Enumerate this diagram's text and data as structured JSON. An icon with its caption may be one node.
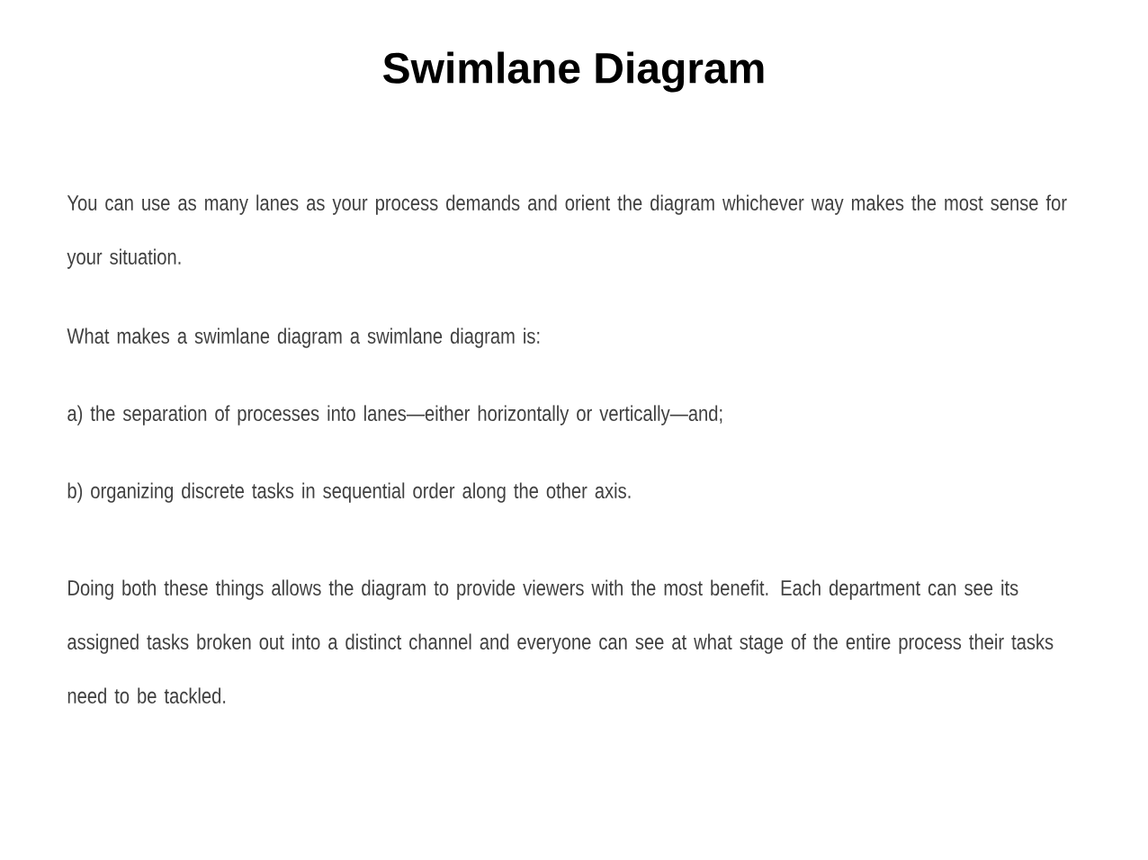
{
  "diagram": {
    "title": "Swimlane Diagram",
    "labels": [
      "You can use as many lanes as your process demands and orient the diagram whichever way makes the most sense for your situation.",
      "What makes a swimlane diagram a swimlane diagram is:",
      "a) the separation of processes into lanes—either horizontally or vertically—and;",
      "b) organizing discrete tasks in sequential order along the other axis.",
      "Doing both these things allows the diagram to provide viewers with the most benefit. Each department can see its assigned tasks broken out into a distinct channel and everyone can see at what stage of the entire process their tasks need to be tackled."
    ]
  }
}
